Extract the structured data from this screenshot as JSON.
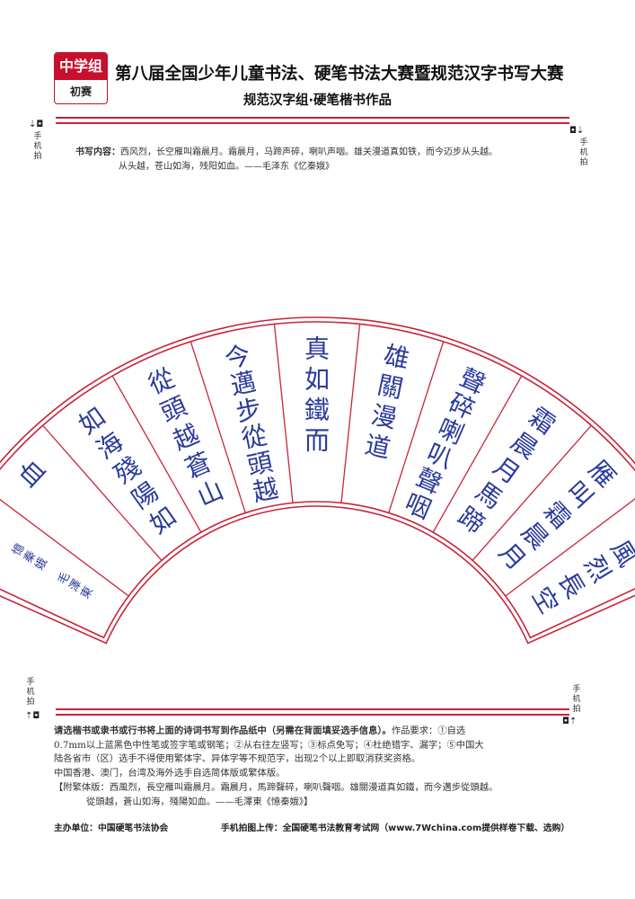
{
  "header": {
    "badge_group": "中学组",
    "badge_round": "初赛",
    "title": "第八届全国少年儿童书法、硬笔书法大赛暨规范汉字书写大赛",
    "subtitle": "规范汉字组·硬笔楷书作品"
  },
  "side_labels": {
    "phone_photo": "手机拍",
    "top_left_icon": "⇣◘",
    "top_right_icon": "◘⇣",
    "bottom_left_icon": "⇡◘",
    "bottom_right_icon": "◘⇡"
  },
  "writing_content": {
    "label": "书写内容：",
    "line1": "西风烈，长空雁叫霜晨月。霜晨月，马蹄声碎，喇叭声咽。雄关漫道真如铁，而今迈步从头越。",
    "line2": "从头越，苍山如海，残阳如血。——毛泽东《忆秦娥》"
  },
  "fan": {
    "columns": [
      "西風烈長空",
      "雁叫霜晨月",
      "霜晨月馬蹄",
      "聲碎喇叭聲咽",
      "雄關漫道",
      "真如鐵而",
      "今邁步從頭越",
      "從頭越蒼山",
      "如海殘陽如",
      "血"
    ],
    "signature": "憶秦娥 毛澤東",
    "colors": {
      "border": "#c8243b",
      "ink": "#2a3a9c"
    }
  },
  "instructions": {
    "line1_lead": "请选楷书或隶书或行书将上面的诗词书写到作品纸中（另需在背面填妥选手信息）。",
    "line1_tail": "作品要求：①自选",
    "line2": "0.7mm以上蓝黑色中性笔或签字笔或钢笔；②从右往左竖写；③标点免写；④杜绝错字、漏字；⑤中国大",
    "line3": "陆各省市（区）选手不得使用繁体字、异体字等不规范字，出现2个以上即取消获奖资格。",
    "line4": "中国香港、澳门，台湾及海外选手自选简体版或繁体版。",
    "trad_label": "【附繁体版：",
    "trad_line1": "西風烈，長空雁叫霜晨月。霜晨月，馬蹄聲碎，喇叭聲咽。雄關漫道真如鐵，而今邁步從頭越。",
    "trad_line2": "從頭越，蒼山如海，殘陽如血。——毛澤東《憶秦娥》】"
  },
  "footer": {
    "organizer": "主办单位：中国硬笔书法协会",
    "upload": "手机拍图上传：全国硬笔书法教育考试网（www.7Wchina.com提供样卷下载、选购）"
  }
}
